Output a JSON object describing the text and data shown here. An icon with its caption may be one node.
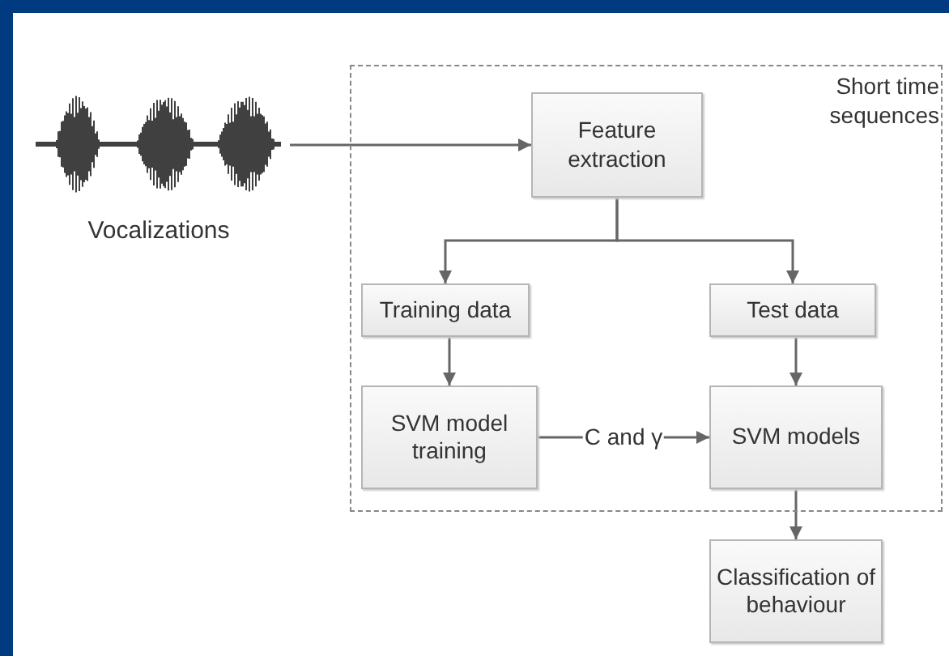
{
  "diagram": {
    "nodes": [
      {
        "text": [
          "Short time sequences"
        ]
      },
      {
        "text": [],
        "shape": "picture",
        "beside": [
          "Vocalizations"
        ]
      },
      {
        "text": [
          "Feature extraction"
        ],
        "in": 0
      },
      {
        "text": [
          "Training data"
        ],
        "in": 0
      },
      {
        "text": [
          "Test data"
        ],
        "in": 0
      },
      {
        "text": [
          "SVM model training"
        ],
        "in": 0
      },
      {
        "text": [
          "SVM models"
        ],
        "in": 0
      },
      {
        "text": [
          "Classification of behaviour"
        ]
      }
    ],
    "edges": [
      {
        "from": 1,
        "to": 2,
        "arrow": "to"
      },
      {
        "from": 2,
        "to": 3,
        "arrow": "to"
      },
      {
        "from": 2,
        "to": 4,
        "arrow": "to"
      },
      {
        "from": 3,
        "to": 5,
        "arrow": "to"
      },
      {
        "from": 4,
        "to": 6,
        "arrow": "to"
      },
      {
        "from": 5,
        "to": 6,
        "arrow": "to",
        "label": "C and γ"
      },
      {
        "from": 6,
        "to": 7,
        "arrow": "to"
      }
    ]
  }
}
